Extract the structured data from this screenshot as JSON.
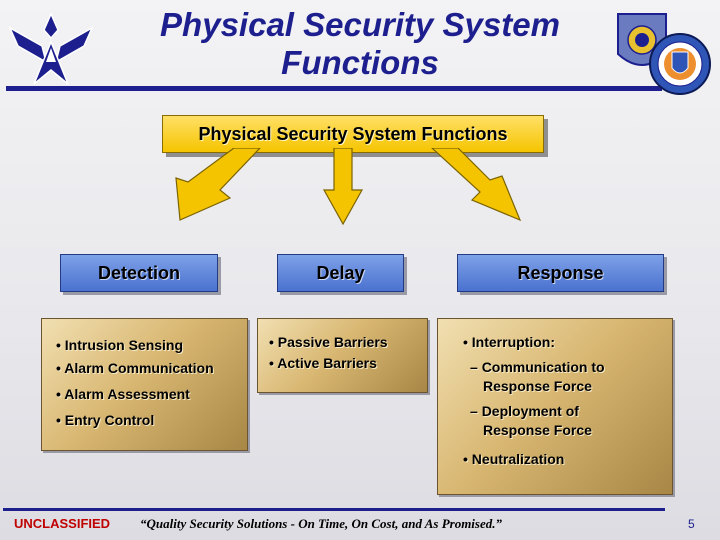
{
  "title": "Physical Security System Functions",
  "header_box": "Physical Security System Functions",
  "categories": [
    "Detection",
    "Delay",
    "Response"
  ],
  "detection_items": [
    "Intrusion Sensing",
    "Alarm Communication",
    "Alarm Assessment",
    "Entry Control"
  ],
  "delay_items": [
    "Passive Barriers",
    "Active Barriers"
  ],
  "response": {
    "head": "Interruption:",
    "subs": [
      "Communication to Response Force",
      "Deployment of Response Force"
    ],
    "last": "Neutralization"
  },
  "footer": {
    "classification": "UNCLASSIFIED",
    "motto": "“Quality Security Solutions - On Time, On Cost, and As Promised.”",
    "page": "5"
  },
  "colors": {
    "title_blue": "#1d1f8e",
    "arrow_yellow": "#f5c400",
    "category_blue": "#5a80d6",
    "box_gold": "#d9b873",
    "classification_red": "#c00000"
  },
  "icons": [
    "air-force-wings-logo",
    "command-shields-emblem"
  ]
}
